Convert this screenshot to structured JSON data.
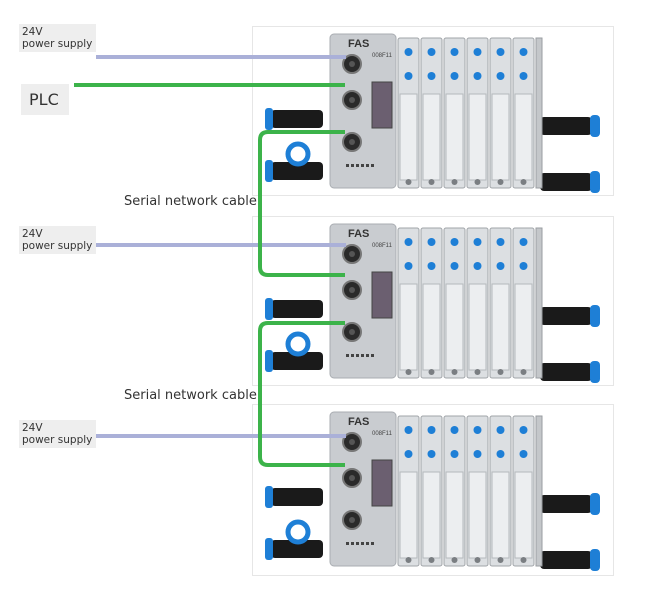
{
  "labels": {
    "power_line1": "24V",
    "power_line2": "power supply",
    "plc": "PLC",
    "serial_cable": "Serial network cable"
  },
  "module_brand": "FAS",
  "module_code": "008F11",
  "colors": {
    "power_wire": "#aab0d8",
    "network_wire": "#3cb34a",
    "module_body": "#c9ccd0",
    "connector_blue": "#1e7fd6",
    "exhaust_black": "#1a1a1a",
    "label_bg": "#eeeeee"
  }
}
